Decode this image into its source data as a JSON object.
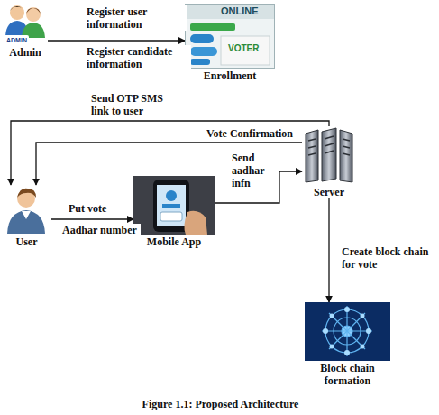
{
  "diagram": {
    "caption": "Figure 1.1: Proposed Architecture",
    "nodes": [
      {
        "text": [
          "ADMIN",
          "Admin"
        ]
      },
      {
        "text": [
          "ONLINE",
          "VOTER",
          "Enrollment"
        ]
      },
      {
        "text": [
          "User"
        ]
      },
      {
        "text": [
          "Mobile App"
        ]
      },
      {
        "text": [
          "Server"
        ]
      },
      {
        "text": [
          "Block chain formation"
        ]
      }
    ],
    "edges": [
      {
        "from": 0,
        "to": 1,
        "label": "Register user information",
        "arrow": "to"
      },
      {
        "from": 4,
        "to": 2,
        "label": "Send OTP SMS link to user",
        "arrow": "to"
      },
      {
        "from": 4,
        "to": 2,
        "label": "Vote Confirmation",
        "arrow": "to"
      },
      {
        "from": 2,
        "to": 3,
        "label": "Put vote",
        "arrow": "to"
      },
      {
        "from": 3,
        "to": 4,
        "label": "Send aadhar infn",
        "arrow": "to"
      },
      {
        "from": 4,
        "to": 5,
        "label": "Create block chain for vote",
        "arrow": "to"
      }
    ],
    "labels": [
      "Register candidate information",
      "Aadhar number"
    ]
  }
}
